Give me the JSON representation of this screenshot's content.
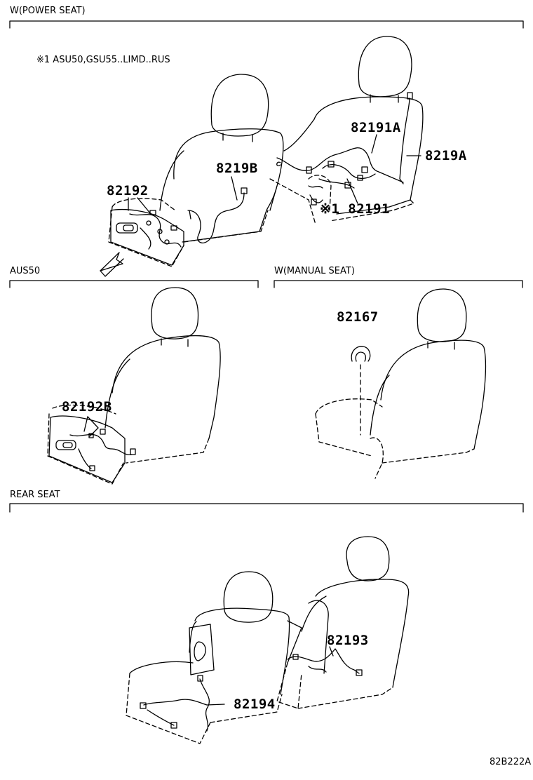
{
  "sections": {
    "power_seat": {
      "title": "W(POWER SEAT)",
      "note": "※1 ASU50,GSU55..LIMD..RUS"
    },
    "aus50": {
      "title": "AUS50"
    },
    "manual_seat": {
      "title": "W(MANUAL SEAT)"
    },
    "rear_seat": {
      "title": "REAR SEAT"
    }
  },
  "parts": {
    "p82192": "82192",
    "p8219B": "8219B",
    "p82191A": "82191A",
    "p8219A": "8219A",
    "p82191": "※1 82191",
    "p82192B": "82192B",
    "p82167": "82167",
    "p82193": "82193",
    "p82194": "82194"
  },
  "diagram_ref": "82B222A"
}
